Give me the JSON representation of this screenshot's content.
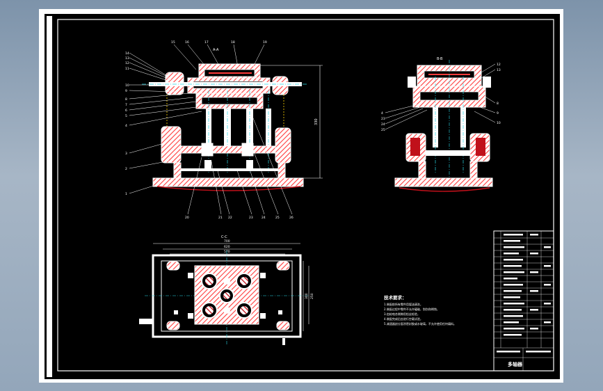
{
  "drawing": {
    "section_label_front": "A-A",
    "section_label_side": "B-B",
    "section_label_top": "C-C",
    "dimensions": {
      "front_height": "330",
      "top_width_outer": "700",
      "top_width_mid": "620",
      "top_width_inner": "570",
      "top_height_outer": "300",
      "top_height_inner": "250"
    },
    "front_view_left_labels": [
      "14",
      "13",
      "12",
      "11",
      "10",
      "9",
      "8",
      "7",
      "6",
      "5",
      "4",
      "3",
      "2",
      "1"
    ],
    "front_view_top_labels": [
      "15",
      "16",
      "17",
      "18",
      "19"
    ],
    "front_view_bottom_labels": [
      "20",
      "21",
      "22",
      "23",
      "24",
      "25",
      "26"
    ],
    "side_view_left_labels": [
      "4",
      "23",
      "24",
      "25"
    ],
    "side_view_right_labels": [
      "12",
      "13",
      "8",
      "9",
      "10"
    ]
  },
  "notes": {
    "title": "技术要求：",
    "lines": [
      "1.装配前所有零件用煤油清洗，",
      "2.装配过程中零件不允许磕碰，划伤和锈蚀，",
      "3.齿轮啮合侧隙用铅丝检验，",
      "4.装配完成后应进行空载试验，",
      "5.减速器剖分面涂密封胶或水玻璃，不允许使用任何填料。"
    ]
  },
  "title_block": {
    "drawing_name": "多轴器"
  },
  "colors": {
    "sheet": "#ffffff",
    "background": "#000000",
    "outline": "#ffffff",
    "section_hatch": "#ff3b3b",
    "centerline": "#27d8e6",
    "highlight": "#ffd400"
  }
}
